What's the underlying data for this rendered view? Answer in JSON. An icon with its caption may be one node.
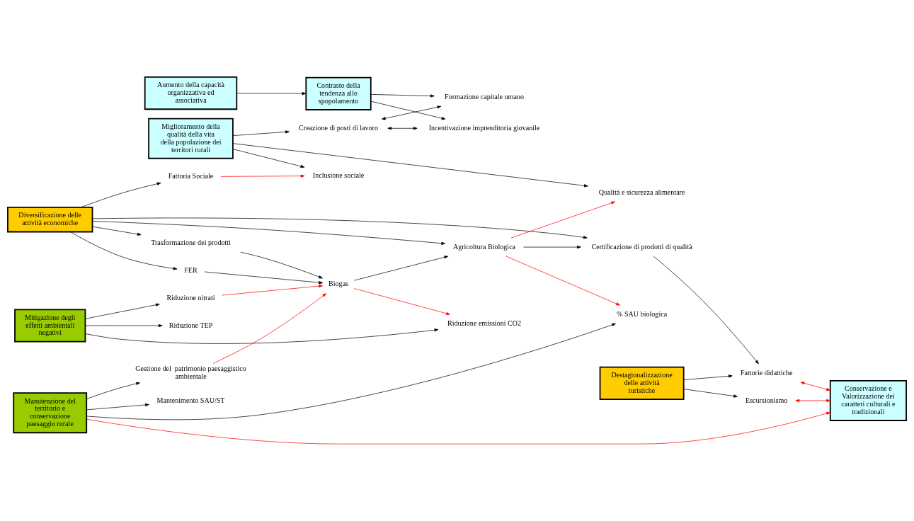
{
  "diagram": {
    "nodes": [
      {
        "text": [
          "Aumento della capacità organizzativa ed associativa"
        ]
      },
      {
        "text": [
          "Contrasto della tendenza allo spopolamento"
        ]
      },
      {
        "text": [
          "Formazione capitale umano"
        ]
      },
      {
        "text": [
          "Incentivazione imprenditoria giovanile"
        ]
      },
      {
        "text": [
          "Miglioramento della qualità della vita della popolazione dei territori rurali"
        ]
      },
      {
        "text": [
          "Qualità e sicurezza alimentare"
        ]
      },
      {
        "text": [
          "Creazione di posti di lavoro"
        ]
      },
      {
        "text": [
          "Inclusione sociale"
        ]
      },
      {
        "text": [
          "Mitigazione degli effetti ambientali negativi"
        ]
      },
      {
        "text": [
          "Riduzione emissioni CO2"
        ]
      },
      {
        "text": [
          "Riduzione TEP"
        ]
      },
      {
        "text": [
          "Riduzione nitrati"
        ]
      },
      {
        "text": [
          "FER"
        ]
      },
      {
        "text": [
          "Biogas"
        ]
      },
      {
        "text": [
          "Diversificazione delle attività economiche"
        ]
      },
      {
        "text": [
          "Agricoltura Biologica"
        ]
      },
      {
        "text": [
          "Fattoria Sociale"
        ]
      },
      {
        "text": [
          "Trasformazione dei prodotti"
        ]
      },
      {
        "text": [
          "Certificazione di prodotti di qualità"
        ]
      },
      {
        "text": [
          "Manutenzione del territorio e conservazione paesaggio rurale"
        ]
      },
      {
        "text": [
          "Gestione del  patrimonio paesaggistico ambientale"
        ]
      },
      {
        "text": [
          "Mantenimento SAU/ST"
        ]
      },
      {
        "text": [
          "% SAU biologica"
        ]
      },
      {
        "text": [
          "Destagionalizzazione delle attività turistiche"
        ]
      },
      {
        "text": [
          "Fattorie didattiche"
        ]
      },
      {
        "text": [
          "Escursionismo"
        ]
      },
      {
        "text": [
          "Conservazione e Valorizzazione dei caratteri culturali e tradizionali"
        ]
      }
    ],
    "edges": [
      {
        "from": 0,
        "to": 1,
        "arrow": "to"
      },
      {
        "from": 1,
        "to": 2,
        "arrow": "to"
      },
      {
        "from": 1,
        "to": 3,
        "arrow": "to"
      },
      {
        "from": 6,
        "to": 2,
        "arrow": "both"
      },
      {
        "from": 6,
        "to": 3,
        "arrow": "both"
      },
      {
        "from": 4,
        "to": 5,
        "arrow": "to"
      },
      {
        "from": 4,
        "to": 6,
        "arrow": "to"
      },
      {
        "from": 4,
        "to": 7,
        "arrow": "to"
      },
      {
        "from": 8,
        "to": 9,
        "arrow": "to"
      },
      {
        "from": 8,
        "to": 10,
        "arrow": "to"
      },
      {
        "from": 8,
        "to": 11,
        "arrow": "to"
      },
      {
        "from": 14,
        "to": 12,
        "arrow": "to"
      },
      {
        "from": 12,
        "to": 13,
        "arrow": "to"
      },
      {
        "from": 14,
        "to": 15,
        "arrow": "to"
      },
      {
        "from": 14,
        "to": 16,
        "arrow": "to"
      },
      {
        "from": 14,
        "to": 17,
        "arrow": "to"
      },
      {
        "from": 14,
        "to": 18,
        "arrow": "to"
      },
      {
        "from": 17,
        "to": 13,
        "arrow": "to"
      },
      {
        "from": 13,
        "to": 15,
        "arrow": "to"
      },
      {
        "from": 15,
        "to": 18,
        "arrow": "to"
      },
      {
        "from": 18,
        "to": 24,
        "arrow": "to"
      },
      {
        "from": 13,
        "to": 9,
        "arrow": "to",
        "color": "#ff0000"
      },
      {
        "from": 11,
        "to": 13,
        "arrow": "to",
        "color": "#ff0000"
      },
      {
        "from": 20,
        "to": 13,
        "arrow": "to",
        "color": "#ff0000"
      },
      {
        "from": 15,
        "to": 5,
        "arrow": "to",
        "color": "#ff0000"
      },
      {
        "from": 16,
        "to": 7,
        "arrow": "to",
        "color": "#ff0000"
      },
      {
        "from": 15,
        "to": 22,
        "arrow": "to",
        "color": "#ff0000"
      },
      {
        "from": 19,
        "to": 20,
        "arrow": "to"
      },
      {
        "from": 19,
        "to": 21,
        "arrow": "to"
      },
      {
        "from": 19,
        "to": 22,
        "arrow": "to"
      },
      {
        "from": 19,
        "to": 26,
        "arrow": "to",
        "color": "#ff0000"
      },
      {
        "from": 23,
        "to": 24,
        "arrow": "to"
      },
      {
        "from": 23,
        "to": 25,
        "arrow": "to"
      },
      {
        "from": 24,
        "to": 26,
        "arrow": "both",
        "color": "#ff0000"
      },
      {
        "from": 25,
        "to": 26,
        "arrow": "both",
        "color": "#ff0000"
      }
    ]
  }
}
